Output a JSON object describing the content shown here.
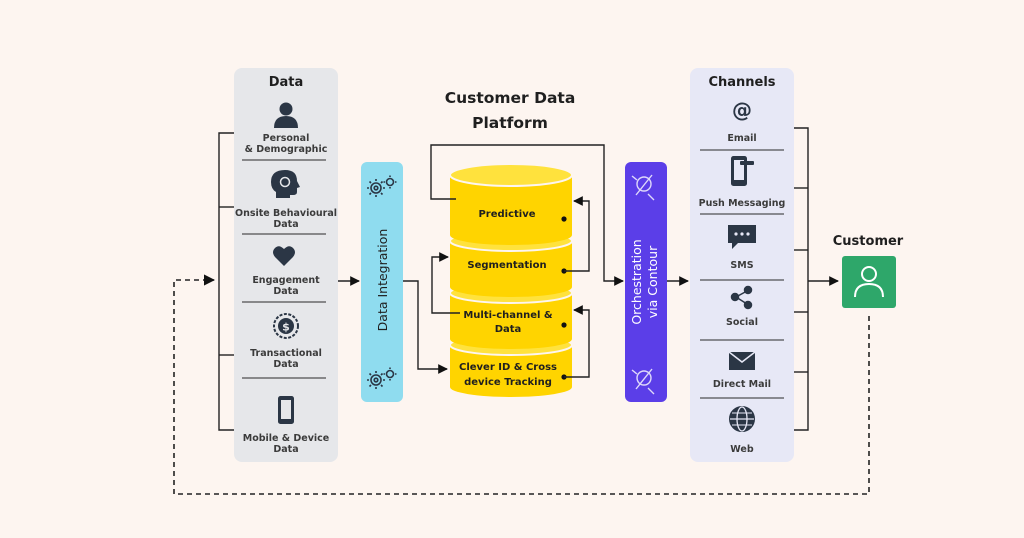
{
  "data_panel": {
    "title": "Data",
    "items": [
      {
        "icon": "person-icon",
        "line1": "Personal",
        "line2": "& Demographic"
      },
      {
        "icon": "brain-head-icon",
        "line1": "Onsite Behavioural",
        "line2": "Data"
      },
      {
        "icon": "heart-icon",
        "line1": "Engagement",
        "line2": "Data"
      },
      {
        "icon": "dollar-coin-icon",
        "line1": "Transactional",
        "line2": "Data"
      },
      {
        "icon": "mobile-phone-icon",
        "line1": "Mobile & Device",
        "line2": "Data"
      }
    ]
  },
  "data_integration": {
    "label": "Data Integration"
  },
  "cdp": {
    "title_line1": "Customer Data",
    "title_line2": "Platform",
    "layers": [
      {
        "line1": "Predictive",
        "line2": ""
      },
      {
        "line1": "Segmentation",
        "line2": ""
      },
      {
        "line1": "Multi-channel &",
        "line2": "Data"
      },
      {
        "line1": "Clever ID & Cross",
        "line2": "device Tracking"
      }
    ]
  },
  "orchestration": {
    "line1": "Orchestration",
    "line2": "via Contour"
  },
  "channels_panel": {
    "title": "Channels",
    "items": [
      {
        "icon": "at-sign-icon",
        "label": "Email"
      },
      {
        "icon": "push-notification-icon",
        "label": "Push Messaging"
      },
      {
        "icon": "sms-bubble-icon",
        "label": "SMS"
      },
      {
        "icon": "share-icon",
        "label": "Social"
      },
      {
        "icon": "envelope-icon",
        "label": "Direct Mail"
      },
      {
        "icon": "globe-icon",
        "label": "Web"
      }
    ]
  },
  "customer": {
    "label": "Customer",
    "icon": "user-icon"
  },
  "colors": {
    "background": "#fdf5f0",
    "panel": "#e6e7ea",
    "channels_panel": "#e7e8f6",
    "data_integration": "#8fdcef",
    "orchestration": "#5b3ee8",
    "cylinder": "#ffd400",
    "cylinder_top": "#ffe23d",
    "customer": "#2ea76a"
  }
}
